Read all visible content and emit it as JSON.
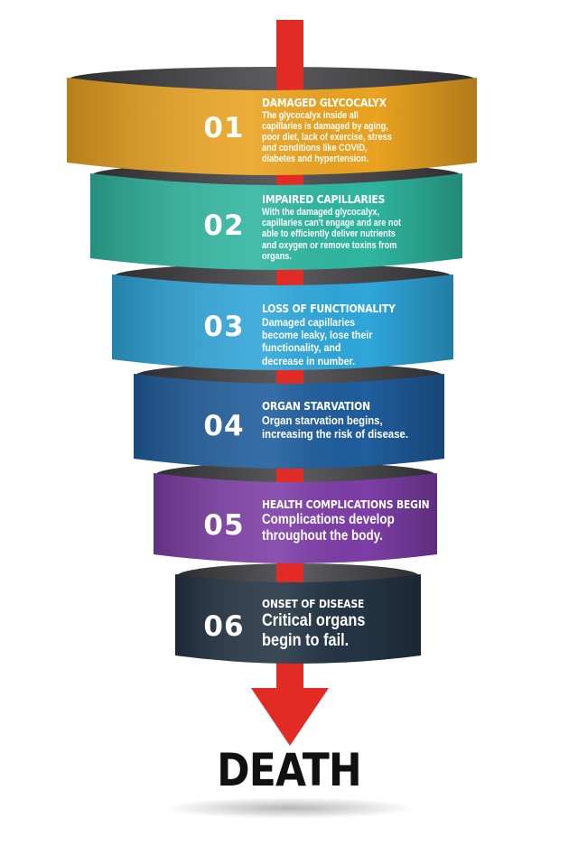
{
  "colors": {
    "arrow": "#e22b25",
    "inner": "#5c5c5f",
    "outcome_text": "#111111"
  },
  "stages": [
    {
      "number": "01",
      "title": "DAMAGED GLYCOCALYX",
      "description": "The glycocalyx inside all capillaries is damaged by aging, poor diet, lack of exercise, stress and conditions like COVID, diabetes and hypertension.",
      "color": "#eaa321"
    },
    {
      "number": "02",
      "title": "IMPAIRED CAPILLARIES",
      "description": "With the damaged glycocalyx, capillaries can't engage and are not able to efficiently deliver nutrients and oxygen or remove toxins from organs.",
      "color": "#2fb6a0"
    },
    {
      "number": "03",
      "title": "LOSS OF FUNCTIONALITY",
      "description": "Damaged capillaries become leaky, lose their functionality, and decrease in number.",
      "color": "#2fa6da"
    },
    {
      "number": "04",
      "title": "ORGAN STARVATION",
      "description": "Organ starvation begins, increasing the risk of disease.",
      "color": "#1f5d9c"
    },
    {
      "number": "05",
      "title": "HEALTH COMPLICATIONS BEGIN",
      "description": "Complications develop throughout the body.",
      "color": "#7d3ea6"
    },
    {
      "number": "06",
      "title": "ONSET OF DISEASE",
      "description": "Critical organs begin to fail.",
      "color": "#243444"
    }
  ],
  "outcome": "DEATH"
}
